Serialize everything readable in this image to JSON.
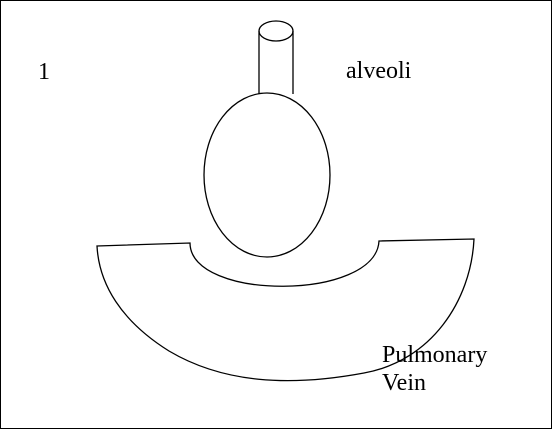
{
  "figure": {
    "number": "1"
  },
  "labels": {
    "alveoli": "alveoli",
    "vein_line1": "Pulmonary",
    "vein_line2": "Vein"
  },
  "colors": {
    "stroke": "#000000",
    "background": "#ffffff"
  }
}
